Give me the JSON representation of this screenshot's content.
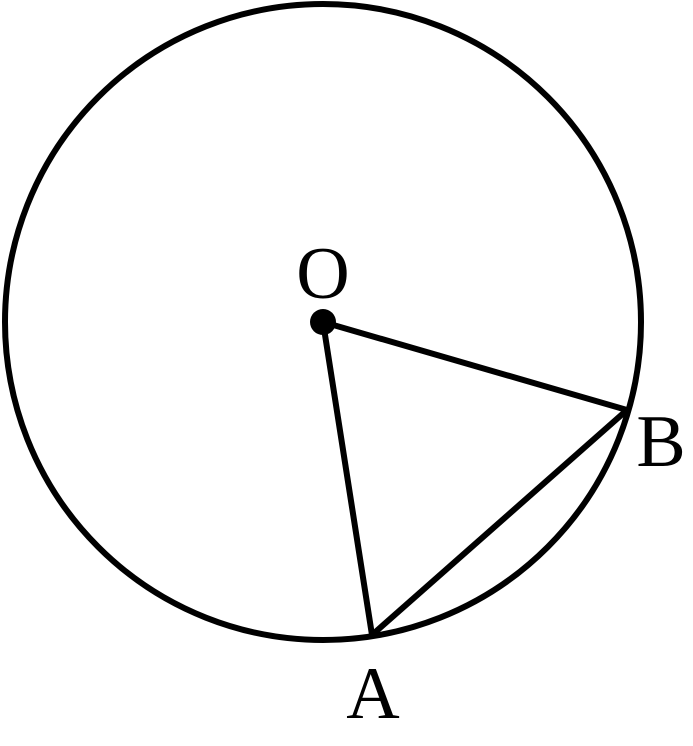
{
  "diagram": {
    "labels": {
      "center": "O",
      "point_a": "A",
      "point_b": "B"
    },
    "colors": {
      "stroke": "#000000",
      "background": "#ffffff"
    }
  }
}
